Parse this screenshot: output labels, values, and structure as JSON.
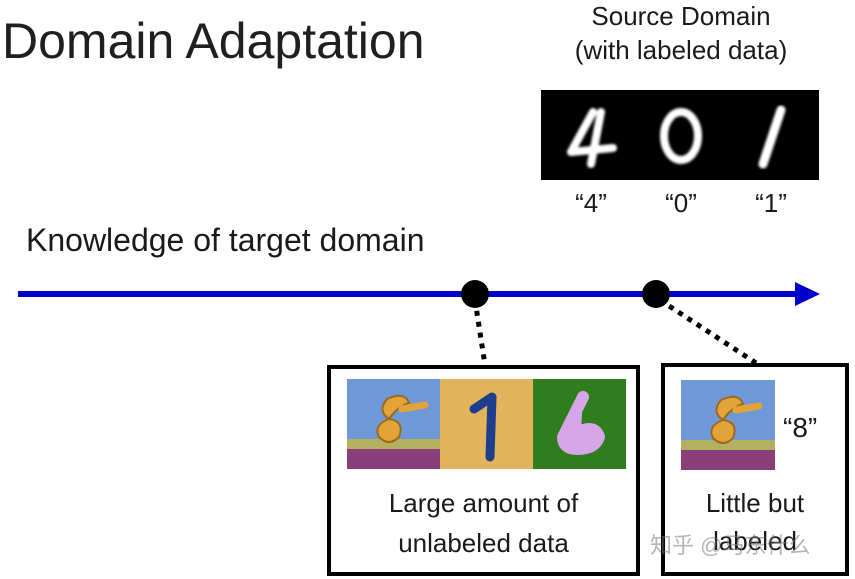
{
  "title": "Domain Adaptation",
  "source_domain": {
    "line1": "Source Domain",
    "line2": "(with labeled data)",
    "digit_labels": [
      "“4”",
      "“0”",
      "“1”"
    ]
  },
  "axis": {
    "label": "Knowledge of target domain",
    "line_color": "#0000cc"
  },
  "unlabeled_box": {
    "text_line1": "Large amount of",
    "text_line2": "unlabeled data"
  },
  "labeled_box": {
    "digit_label": "“8”",
    "text_line1": "Little but",
    "text_line2": "labeled"
  },
  "watermark": "知乎 @马东什么"
}
